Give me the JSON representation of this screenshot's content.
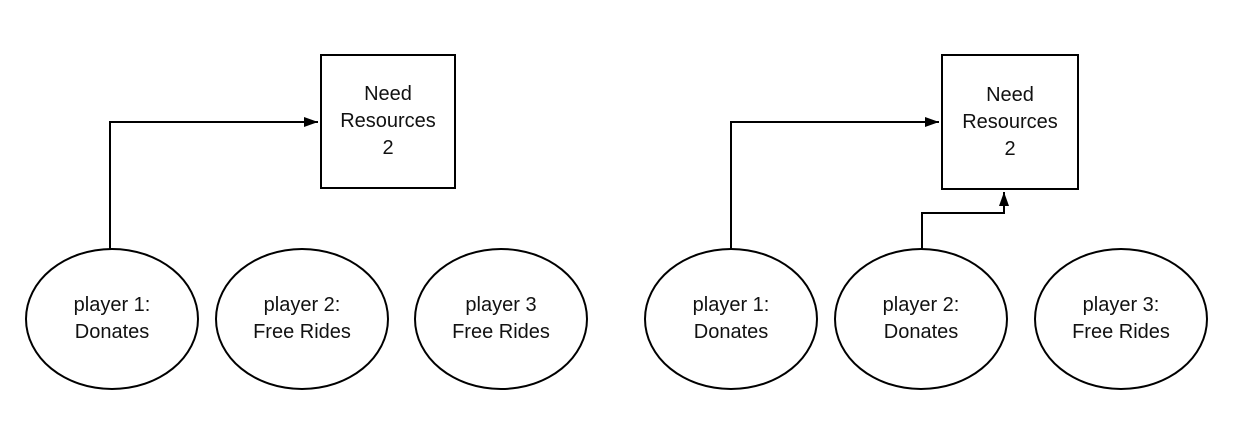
{
  "background_color": "#ffffff",
  "stroke_color": "#000000",
  "text_color": "#111111",
  "diagrams": [
    {
      "id": "scenario-1",
      "box": {
        "id": "need-resources-2",
        "lines": [
          "Need",
          "Resources",
          "2"
        ]
      },
      "players": [
        {
          "id": "player-1",
          "lines": [
            "player 1:",
            "Donates"
          ]
        },
        {
          "id": "player-2",
          "lines": [
            "player 2:",
            "Free Rides"
          ]
        },
        {
          "id": "player-3",
          "lines": [
            "player 3",
            "Free Rides"
          ]
        }
      ],
      "edges": [
        {
          "from": "player-1",
          "to": "need-resources-2",
          "enters": "left-side"
        }
      ]
    },
    {
      "id": "scenario-2",
      "box": {
        "id": "need-resources-2",
        "lines": [
          "Need",
          "Resources",
          "2"
        ]
      },
      "players": [
        {
          "id": "player-1",
          "lines": [
            "player 1:",
            "Donates"
          ]
        },
        {
          "id": "player-2",
          "lines": [
            "player 2:",
            "Donates"
          ]
        },
        {
          "id": "player-3",
          "lines": [
            "player 3:",
            "Free Rides"
          ]
        }
      ],
      "edges": [
        {
          "from": "player-1",
          "to": "need-resources-2",
          "enters": "left-side"
        },
        {
          "from": "player-2",
          "to": "need-resources-2",
          "enters": "bottom-side"
        }
      ]
    }
  ]
}
